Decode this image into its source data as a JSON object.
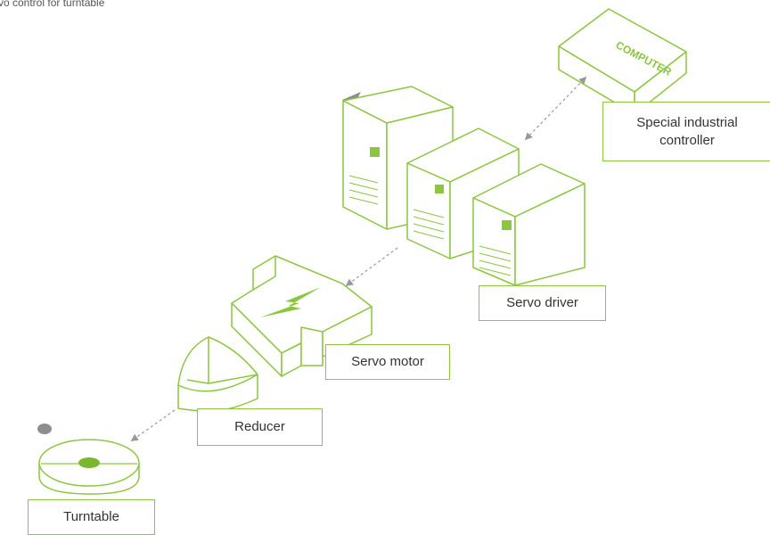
{
  "caption": "rvo control for turntable",
  "labels": {
    "controller": "Special industrial\ncontroller",
    "servo_driver": "Servo driver",
    "servo_motor": "Servo motor",
    "reducer": "Reducer",
    "turntable": "Turntable"
  },
  "computer_text": "COMPUTER",
  "colors": {
    "accent": "#8cc63f",
    "accent_fill": "#7cb82f",
    "arrow": "#999999",
    "marker": "#8e8e8e",
    "text": "#333333"
  },
  "icons": [
    "computer-icon",
    "server-tower-icon",
    "lightning-bolt-icon",
    "reducer-icon",
    "turntable-icon",
    "triangle-marker-icon",
    "circle-marker-icon"
  ]
}
